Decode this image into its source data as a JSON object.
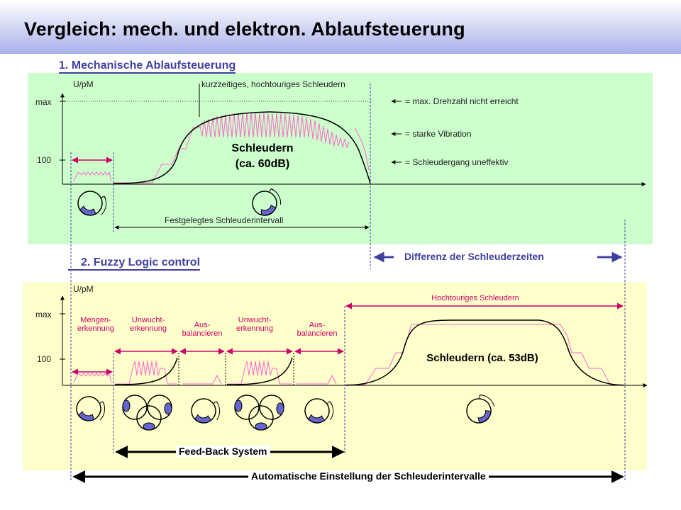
{
  "title": "Vergleich: mech. und elektron. Ablaufsteuerung",
  "section1": {
    "title": "1. Mechanische Ablaufsteuerung",
    "y_unit": "U/pM",
    "max_label": "max",
    "hundred_label": "100",
    "top_label": "kurzzeitiges, hochtouriges Schleudern",
    "center_label_line1": "Schleudern",
    "center_label_line2": "(ca. 60dB)",
    "interval_label": "Festgelegtes Schleuderintervall",
    "notes": [
      "= max. Drehzahl nicht erreicht",
      "= starke Vibration",
      "= Schleudergang uneffektiv"
    ],
    "difference_label": "Differenz der Schleuderzeiten"
  },
  "section2": {
    "title": "2. Fuzzy Logic control",
    "y_unit": "U/pM",
    "max_label": "max",
    "hundred_label": "100",
    "phases": [
      {
        "line1": "Mengen-",
        "line2": "erkennung"
      },
      {
        "line1": "Unwucht-",
        "line2": "erkennung"
      },
      {
        "line1": "Aus-",
        "line2": "balancieren"
      },
      {
        "line1": "Unwucht-",
        "line2": "erkennung"
      },
      {
        "line1": "Aus-",
        "line2": "balancieren"
      }
    ],
    "high_spin_label": "Hochtouriges Schleudern",
    "spin_label": "Schleudern (ca. 53dB)",
    "feedback_label": "Feed-Back System",
    "auto_label": "Automatische Einstellung der Schleuderintervalle"
  },
  "colors": {
    "panel_mech": "#ccffcc",
    "panel_fuzzy": "#ffffcc",
    "accent_blue": "#4040a0",
    "marker_pink": "#cc0066",
    "vibration": "#ff66cc",
    "drum_fill": "#6666cc"
  },
  "icons": [
    "drum-icon",
    "rotation-arrow-icon",
    "arrow-left-icon",
    "arrow-right-icon"
  ]
}
